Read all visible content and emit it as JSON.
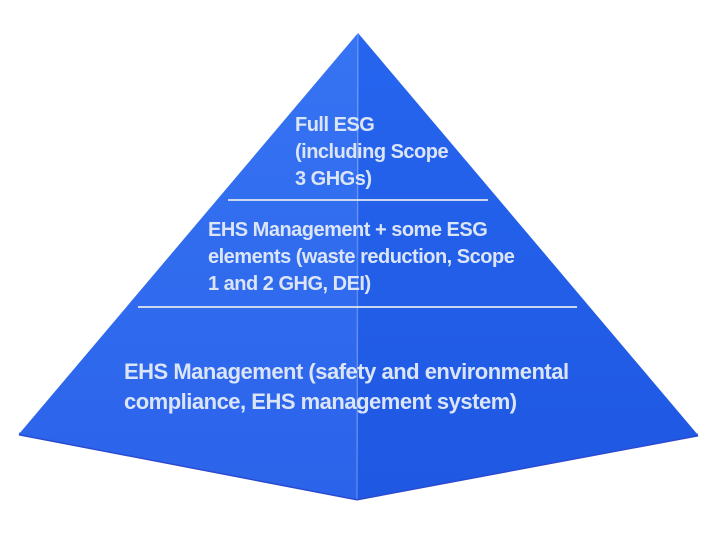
{
  "diagram": {
    "type": "pyramid",
    "description": "3D blue pyramid with three tiers describing EHS to full ESG maturity levels",
    "tiers": [
      {
        "id": "top",
        "label": "Full ESG\n(including Scope\n3 GHGs)"
      },
      {
        "id": "middle",
        "label": "EHS Management + some ESG\nelements (waste reduction, Scope\n1 and 2 GHG, DEI)"
      },
      {
        "id": "bottom",
        "label": "EHS Management (safety and environmental\ncompliance, EHS management system)"
      }
    ],
    "colors": {
      "left_face_top": "#3674f3",
      "left_face_bottom": "#2b63ea",
      "right_face_top": "#2665ef",
      "right_face_bottom": "#1f58e2",
      "base_edge": "#2a4ad0",
      "ridge_highlight": "rgba(255,255,255,0.22)",
      "divider_line": "#d4deef",
      "label_text": "#dbe5f7",
      "background": "#ffffff"
    }
  }
}
